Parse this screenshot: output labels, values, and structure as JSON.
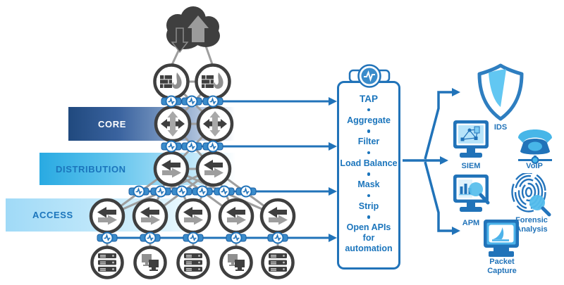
{
  "layers": {
    "core": "CORE",
    "distribution": "DISTRIBUTION",
    "access": "ACCESS"
  },
  "tap_panel": {
    "title": "TAP",
    "functions": [
      "Aggregate",
      "Filter",
      "Load Balance",
      "Mask",
      "Strip",
      "Open APIs for automation"
    ]
  },
  "tools": {
    "ids": "IDS",
    "siem": "SIEM",
    "voip": "VoIP",
    "apm": "APM",
    "forensic": "Forensic Analysis",
    "packet_capture": "Packet Capture"
  },
  "icons": {
    "cloud": "internet-cloud-icon",
    "tap": "tap-icon",
    "firewall": "firewall-icon",
    "router": "router-icon",
    "switch": "switch-icon",
    "server": "server-icon",
    "workstation": "workstation-icon",
    "ids": "shield-icon",
    "siem": "monitor-network-icon",
    "voip": "phone-icon",
    "apm": "monitor-chart-magnifier-icon",
    "forensic": "fingerprint-magnifier-icon",
    "packet_capture": "monitor-shark-fin-icon"
  },
  "colors": {
    "accent_blue": "#2173b9",
    "light_blue": "#47b6e8",
    "label_blue": "#1b75bc",
    "core_band": "#20497e",
    "distribution_band": "#29aae2",
    "access_band": "#a0daf7",
    "line_gray": "#9e9e9e",
    "node_dark": "#3f3f3f"
  }
}
